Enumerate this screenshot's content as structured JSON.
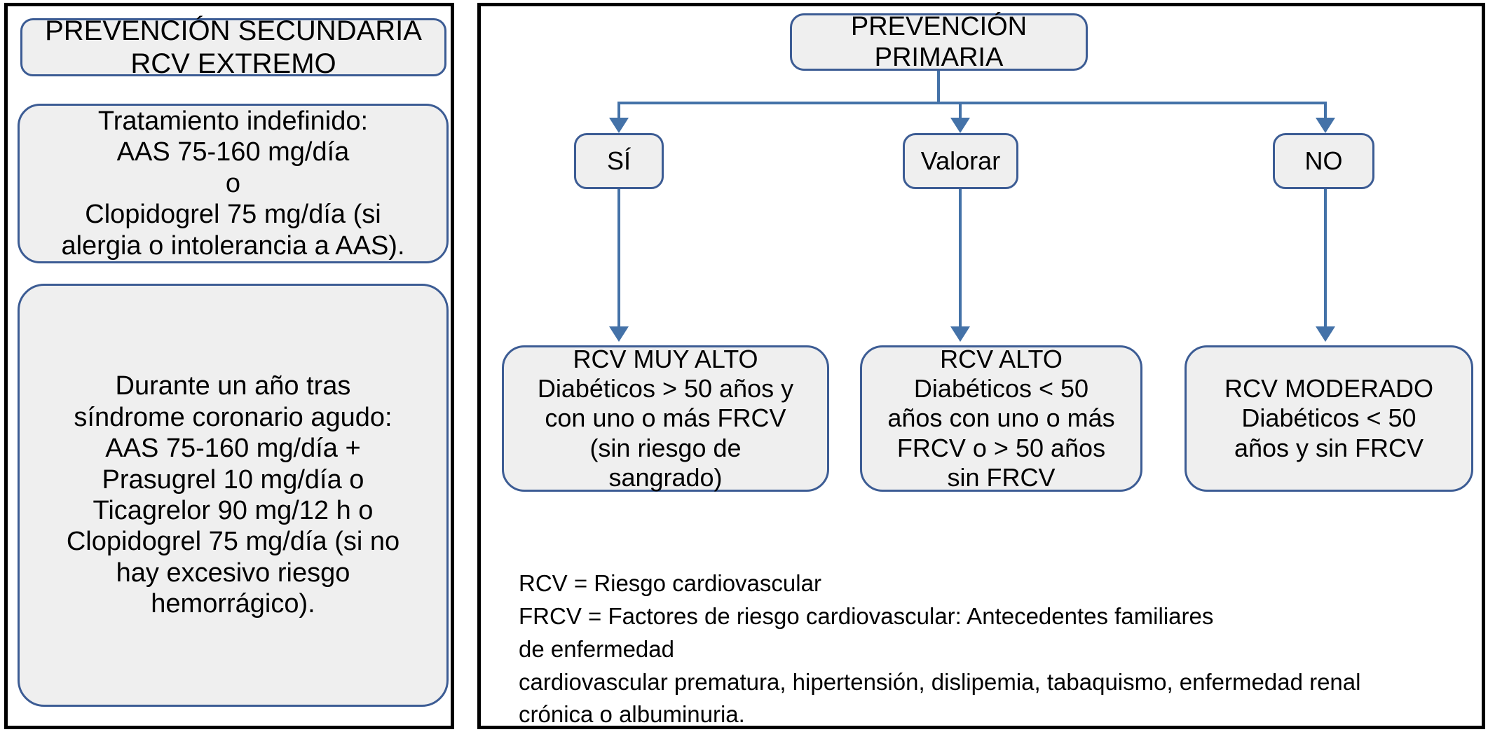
{
  "left_panel": {
    "title_node": "PREVENCIÓN SECUNDARIA\nRCV  EXTREMO",
    "indefinite_node": "Tratamiento indefinido:\nAAS 75-160 mg/día\no\nClopidogrel  75 mg/día (si\nalergia o intolerancia a AAS).",
    "acs_node": "Durante un año tras\nsíndrome coronario agudo:\nAAS 75-160 mg/día +\nPrasugrel 10 mg/día o\nTicagrelor 90 mg/12 h o\nClopidogrel 75 mg/día (si no\nhay excesivo riesgo\nhemorrágico)."
  },
  "right_panel": {
    "root_node": "PREVENCIÓN PRIMARIA",
    "decisions": [
      {
        "label": "SÍ"
      },
      {
        "label": "Valorar"
      },
      {
        "label": "NO"
      }
    ],
    "outcomes": [
      {
        "label": "RCV MUY ALTO\nDiabéticos > 50 años y\ncon uno o más FRCV\n(sin riesgo de\nsangrado)"
      },
      {
        "label": "RCV ALTO\nDiabéticos < 50\naños con uno o más\nFRCV o > 50 años\nsin FRCV"
      },
      {
        "label": "RCV MODERADO\nDiabéticos < 50\naños y sin FRCV"
      }
    ],
    "legend": {
      "line1": "RCV = Riesgo cardiovascular",
      "line2": "FRCV = Factores de riesgo cardiovascular: Antecedentes familiares",
      "line3": "de enfermedad",
      "line4": "cardiovascular prematura, hipertensión, dislipemia, tabaquismo, enfermedad renal",
      "line5": "crónica o albuminuria."
    }
  },
  "colors": {
    "node_fill": "#efefef",
    "node_border": "#3c5c94",
    "connector": "#4472a8",
    "frame": "#000000",
    "text": "#000000",
    "background": "#ffffff"
  }
}
